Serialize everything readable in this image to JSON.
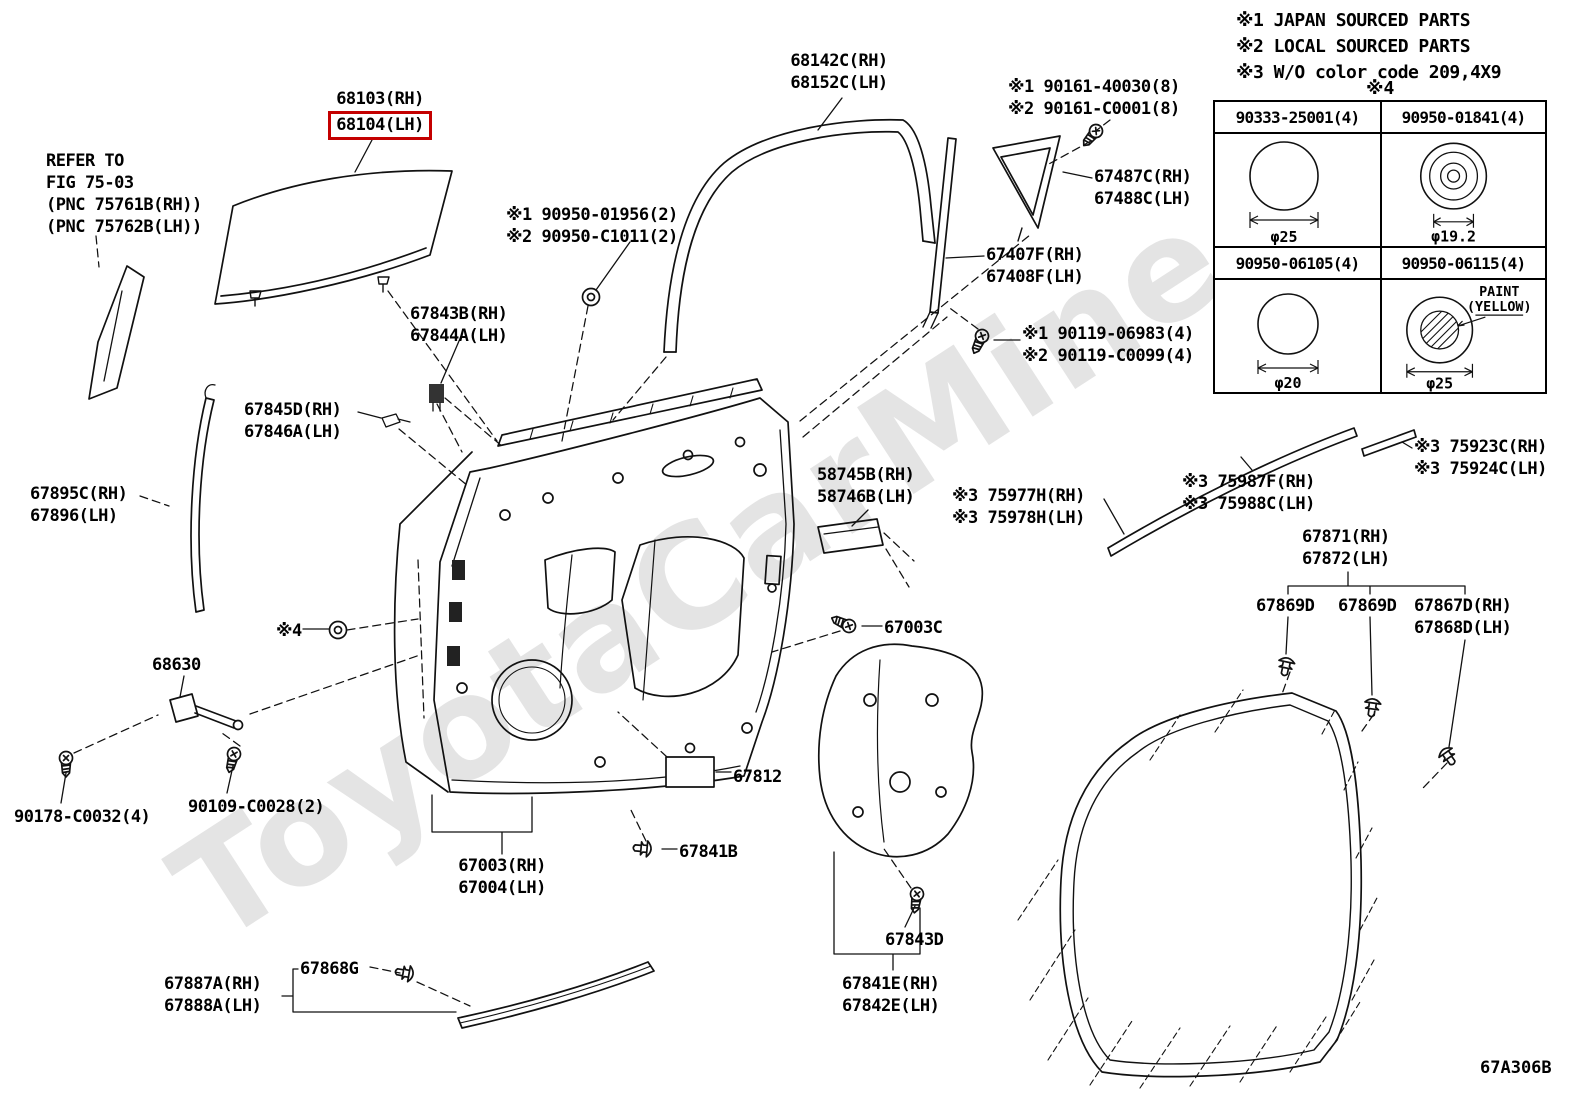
{
  "diagram": {
    "code": "67A306B",
    "watermark": "ToyotaCarMine.ru",
    "highlight_color": "#c40000"
  },
  "legend": {
    "line1": "※1 JAPAN SOURCED PARTS",
    "line2": "※2 LOCAL SOURCED PARTS",
    "line3": "※3 W/O color code 209,4X9"
  },
  "fastener_table": {
    "ref": "※4",
    "cells": [
      {
        "part": "90333-25001(4)",
        "dim": "φ25"
      },
      {
        "part": "90950-01841(4)",
        "dim": "φ19.2"
      },
      {
        "part": "90950-06105(4)",
        "dim": "φ20"
      },
      {
        "part": "90950-06115(4)",
        "dim": "φ25",
        "paint1": "PAINT",
        "paint2": "(YELLOW)"
      }
    ]
  },
  "labels": {
    "glass_rh": "68103(RH)",
    "glass_lh": "68104(LH)",
    "refer1": "REFER TO",
    "refer2": "FIG 75-03",
    "refer3": "(PNC 75761B(RH))",
    "refer4": "(PNC 75762B(LH))",
    "run_rh": "68142C(RH)",
    "run_lh": "68152C(LH)",
    "screw_top_1": "※1 90161-40030(8)",
    "screw_top_2": "※2 90161-C0001(8)",
    "vent_rh": "67487C(RH)",
    "vent_lh": "67488C(LH)",
    "grommet_1": "※1 90950-01956(2)",
    "grommet_2": "※2 90950-C1011(2)",
    "bar_rh": "67407F(RH)",
    "bar_lh": "67408F(LH)",
    "screw_mid_1": "※1 90119-06983(4)",
    "screw_mid_2": "※2 90119-C0099(4)",
    "clip43_rh": "67843B(RH)",
    "clip43_lh": "67844A(LH)",
    "clip45_rh": "67845D(RH)",
    "clip45_lh": "67846A(LH)",
    "frame_rh": "67895C(RH)",
    "frame_lh": "67896(LH)",
    "film_rh": "58745B(RH)",
    "film_lh": "58746B(LH)",
    "mold77_rh": "※3 75977H(RH)",
    "mold77_lh": "※3 75978H(LH)",
    "mold87_rh": "※3 75987F(RH)",
    "mold87_lh": "※3 75988C(LH)",
    "mold23_rh": "※3 75923C(RH)",
    "mold23_lh": "※3 75924C(LH)",
    "ws_rh": "67871(RH)",
    "ws_lh": "67872(LH)",
    "clip69_1": "67869D",
    "clip69_2": "67869D",
    "clip67_rh": "67867D(RH)",
    "clip67_lh": "67868D(LH)",
    "star4": "※4",
    "check": "68630",
    "bolt_c": "67003C",
    "plate": "67812",
    "stud": "90178-C0032(4)",
    "bolt_b": "90109-C0028(2)",
    "panel_rh": "67003(RH)",
    "panel_lh": "67004(LH)",
    "clip41b": "67841B",
    "screw43d": "67843D",
    "cover_rh": "67841E(RH)",
    "cover_lh": "67842E(LH)",
    "belt_rh": "67887A(RH)",
    "belt_lh": "67888A(LH)",
    "clip68g": "67868G"
  }
}
